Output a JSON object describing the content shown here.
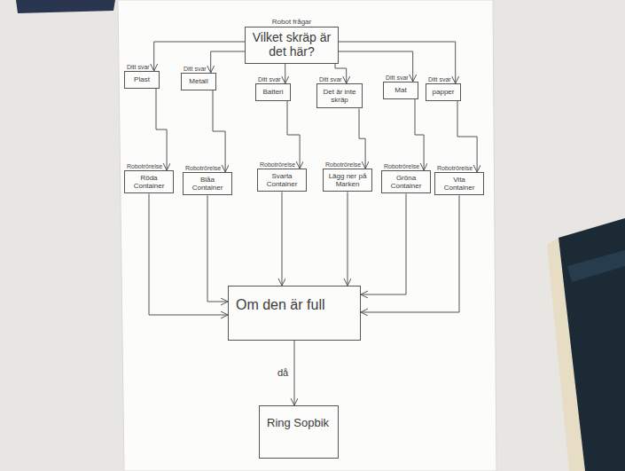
{
  "diagram": {
    "nodes": [
      {
        "text": [
          "Robot frågar",
          "Vilket skräp är det här?"
        ]
      },
      {
        "text": [
          "Ditt svar",
          "Plast"
        ]
      },
      {
        "text": [
          "Ditt svar",
          "Metall"
        ]
      },
      {
        "text": [
          "Ditt svar",
          "Batteri"
        ]
      },
      {
        "text": [
          "Ditt svar",
          "Det är inte skräp"
        ]
      },
      {
        "text": [
          "Ditt svar",
          "Mat"
        ]
      },
      {
        "text": [
          "Ditt svar",
          "papper"
        ]
      },
      {
        "text": [
          "Robotrörelse",
          "Röda Container"
        ]
      },
      {
        "text": [
          "Robotrörelse",
          "Blåa Container"
        ]
      },
      {
        "text": [
          "Robotrörelse",
          "Svarta Container"
        ]
      },
      {
        "text": [
          "Robotrörelse",
          "Lägg ner på Marken"
        ]
      },
      {
        "text": [
          "Robotrörelse",
          "Gröna Container"
        ]
      },
      {
        "text": [
          "Robotrörelse",
          "Vita Container"
        ]
      },
      {
        "text": [
          "Om den är full"
        ]
      },
      {
        "text": [
          "Ring Sopbik"
        ]
      }
    ],
    "edges": [
      {
        "from": 0,
        "to": 1,
        "arrow": "to"
      },
      {
        "from": 0,
        "to": 2,
        "arrow": "to"
      },
      {
        "from": 0,
        "to": 3,
        "arrow": "to"
      },
      {
        "from": 0,
        "to": 4,
        "arrow": "to"
      },
      {
        "from": 0,
        "to": 5,
        "arrow": "to"
      },
      {
        "from": 0,
        "to": 6,
        "arrow": "to"
      },
      {
        "from": 1,
        "to": 7,
        "arrow": "to"
      },
      {
        "from": 2,
        "to": 8,
        "arrow": "to"
      },
      {
        "from": 3,
        "to": 9,
        "arrow": "to"
      },
      {
        "from": 4,
        "to": 10,
        "arrow": "to"
      },
      {
        "from": 5,
        "to": 11,
        "arrow": "to"
      },
      {
        "from": 6,
        "to": 12,
        "arrow": "to"
      },
      {
        "from": 7,
        "to": 13,
        "arrow": "to"
      },
      {
        "from": 8,
        "to": 13,
        "arrow": "to"
      },
      {
        "from": 9,
        "to": 13,
        "arrow": "to"
      },
      {
        "from": 10,
        "to": 13,
        "arrow": "to"
      },
      {
        "from": 11,
        "to": 13,
        "arrow": "to"
      },
      {
        "from": 12,
        "to": 13,
        "arrow": "to"
      },
      {
        "from": 13,
        "to": 14,
        "label": "då",
        "arrow": "to"
      }
    ]
  }
}
